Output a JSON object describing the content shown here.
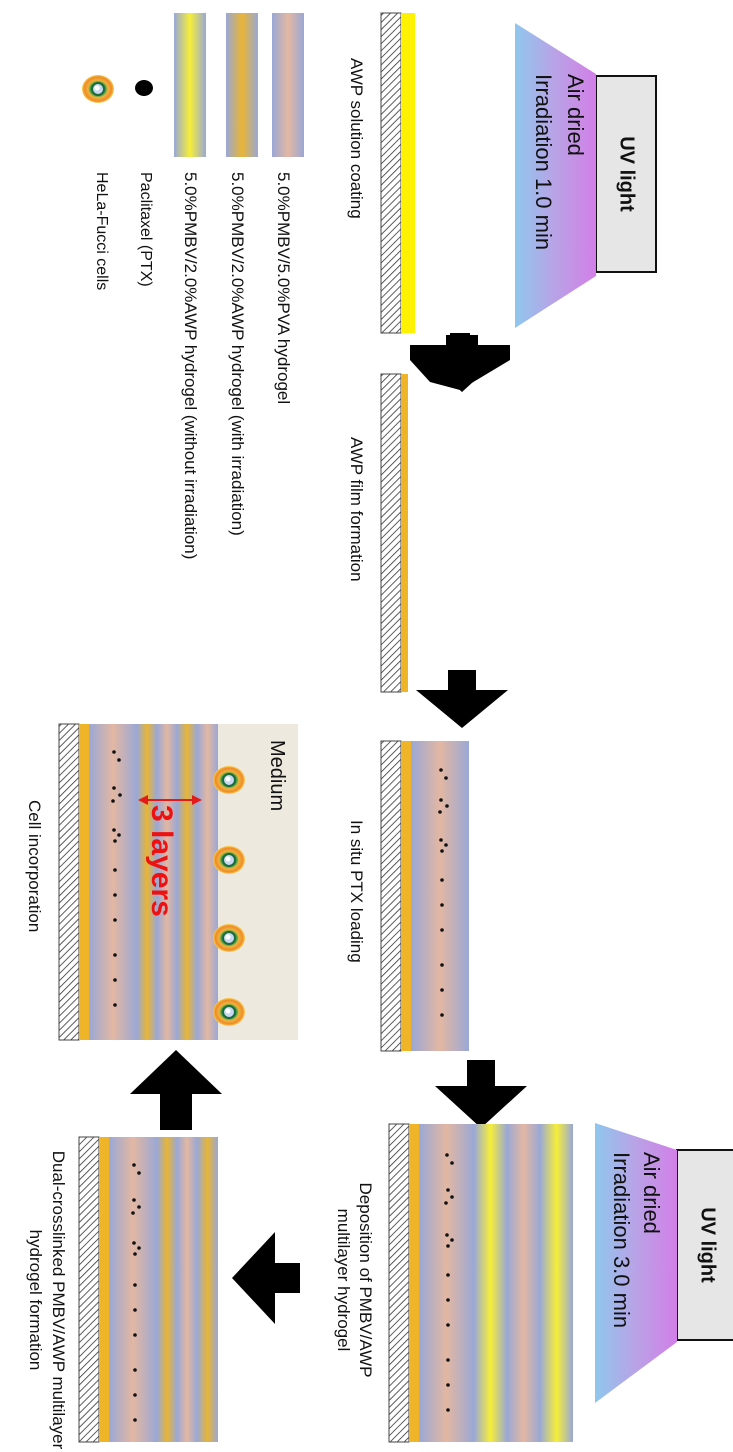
{
  "uv_top": {
    "label": "UV light",
    "line1": "Air dried",
    "line2": "Irradiation 1.0 min"
  },
  "uv_bottom": {
    "label": "UV light",
    "line1": "Air dried",
    "line2": "Irradiation 3.0 min"
  },
  "steps": {
    "coating": "AWP solution coating",
    "film": "AWP film formation",
    "ptx": "In situ PTX loading",
    "deposition": "Deposition of PMBV/AWP multilayer hydrogel",
    "dual": "Dual-crosslinked PMBV/AWP multilayer hydrogel formation",
    "cell": "Cell incorporation"
  },
  "medium": "Medium",
  "layers_label": "3 layers",
  "legend": {
    "pva": "5.0%PMBV/5.0%PVA hydrogel",
    "awp_irr": "5.0%PMBV/2.0%AWP hydrogel (with irradiation)",
    "awp_noirr": "5.0%PMBV/2.0%AWP hydrogel (without irradiation)",
    "ptx": "Paclitaxel (PTX)",
    "cells": "HeLa-Fucci cells"
  },
  "colors": {
    "pva_layer": "#a7b2d8",
    "awp_irr_layer": "#e7b23a",
    "awp_noirr_layer": "#f3ea3c",
    "film": "#f0b429",
    "coating": "#ffee00",
    "layers_text": "#ee1111",
    "medium_bg": "#ede9df"
  }
}
